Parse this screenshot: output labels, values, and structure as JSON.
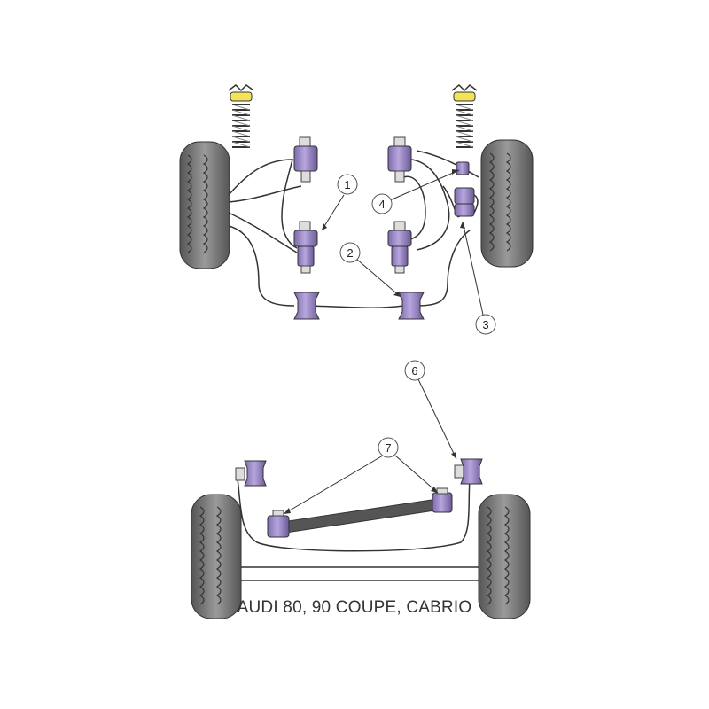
{
  "caption": "AUDI 80, 90 COUPE, CABRIO",
  "callouts": [
    {
      "id": "1",
      "label": "1"
    },
    {
      "id": "2",
      "label": "2"
    },
    {
      "id": "3",
      "label": "3"
    },
    {
      "id": "4",
      "label": "4"
    },
    {
      "id": "6",
      "label": "6"
    },
    {
      "id": "7",
      "label": "7"
    }
  ],
  "colors": {
    "bush": "#9b86c8",
    "bush_dark": "#6d5a9a",
    "tyre": "#777777",
    "tyre_dark": "#4a4a4a",
    "spring_seat": "#f2e35a",
    "line": "#333333",
    "rod": "#555555"
  }
}
